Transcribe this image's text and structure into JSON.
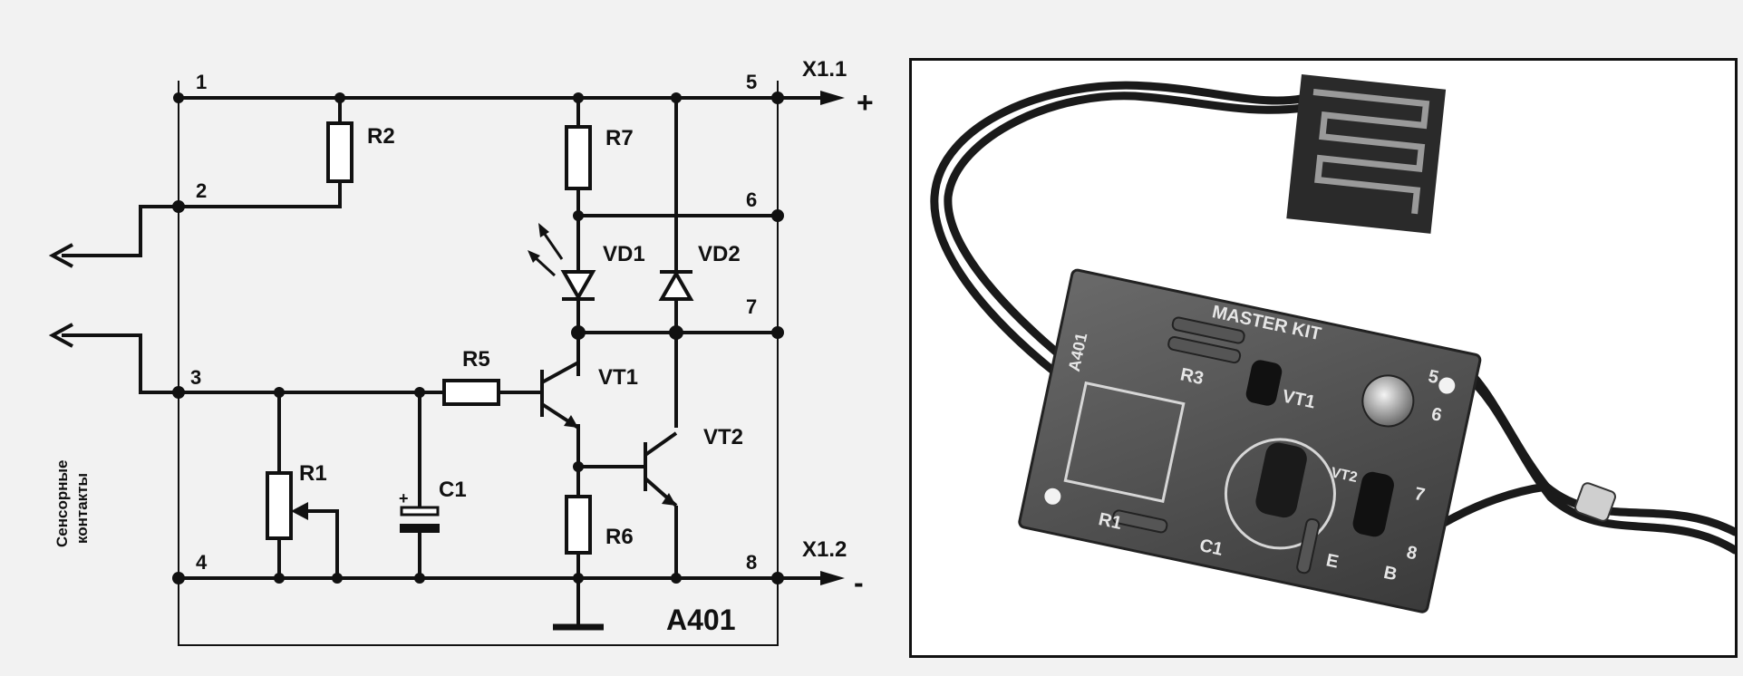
{
  "schematic": {
    "nodes": [
      "1",
      "2",
      "3",
      "4",
      "5",
      "6",
      "7",
      "8"
    ],
    "x11": "X1.1",
    "x12": "X1.2",
    "plus": "+",
    "minus": "-",
    "r1": "R1",
    "r2": "R2",
    "r5": "R5",
    "r6": "R6",
    "r7": "R7",
    "c1": "C1",
    "c1_plus": "+",
    "vd1": "VD1",
    "vd2": "VD2",
    "vt1": "VT1",
    "vt2": "VT2",
    "module": "A401",
    "sensor_label_line1": "Сенсорные",
    "sensor_label_line2": "контакты"
  },
  "photo": {
    "board_brand": "MASTER KIT",
    "board_code": "A401",
    "silk": [
      "R1",
      "C1",
      "R3",
      "VT1",
      "VT2",
      "E",
      "B",
      "6",
      "7",
      "8",
      "5"
    ]
  }
}
